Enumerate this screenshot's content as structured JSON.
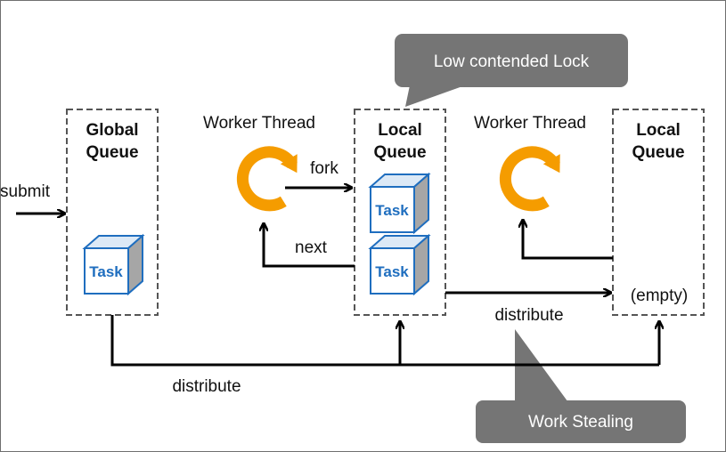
{
  "diagram": {
    "global_queue": {
      "line1": "Global",
      "line2": "Queue"
    },
    "local_queue_1": {
      "line1": "Local",
      "line2": "Queue"
    },
    "local_queue_2": {
      "line1": "Local",
      "line2": "Queue"
    },
    "worker_thread_1": "Worker Thread",
    "worker_thread_2": "Worker Thread",
    "task_label": "Task",
    "submit_label": "submit",
    "fork_label": "fork",
    "next_label": "next",
    "distribute_bottom_label": "distribute",
    "distribute_right_label": "distribute",
    "empty_label": "(empty)",
    "callout_lock": "Low contended Lock",
    "callout_stealing": "Work Stealing",
    "colors": {
      "loop_orange": "#f59c00",
      "task_blue": "#1f6ebf",
      "callout_gray": "#757575"
    }
  }
}
